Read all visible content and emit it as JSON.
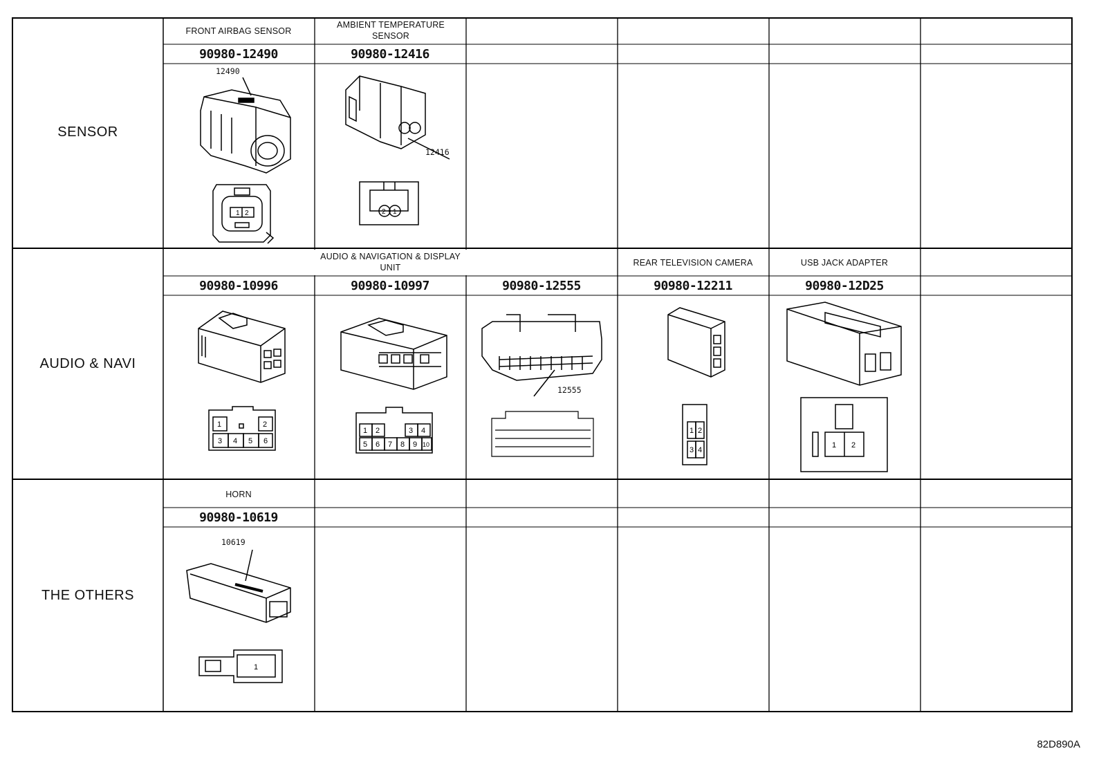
{
  "rows": [
    {
      "label": "SENSOR",
      "cells": [
        {
          "title": "FRONT AIRBAG SENSOR",
          "part_number": "90980-12490",
          "callout": "12490"
        },
        {
          "title": "AMBIENT TEMPERATURE SENSOR",
          "part_number": "90980-12416",
          "callout": "12416"
        },
        {
          "title": "",
          "part_number": "",
          "callout": ""
        },
        {
          "title": "",
          "part_number": "",
          "callout": ""
        },
        {
          "title": "",
          "part_number": "",
          "callout": ""
        },
        {
          "title": "",
          "part_number": "",
          "callout": ""
        }
      ]
    },
    {
      "label": "AUDIO & NAVI",
      "group_title": "AUDIO & NAVIGATION & DISPLAY UNIT",
      "cells": [
        {
          "title": "",
          "part_number": "90980-10996",
          "callout": "",
          "pins": [
            "1",
            "2",
            "3",
            "4",
            "5",
            "6"
          ]
        },
        {
          "title": "",
          "part_number": "90980-10997",
          "callout": "",
          "pins": [
            "1",
            "2",
            "3",
            "4",
            "5",
            "6",
            "7",
            "8",
            "9",
            "10"
          ]
        },
        {
          "title": "",
          "part_number": "90980-12555",
          "callout": "12555"
        },
        {
          "title": "REAR TELEVISION CAMERA",
          "part_number": "90980-12211",
          "callout": "",
          "pins": [
            "1",
            "2",
            "3",
            "4"
          ]
        },
        {
          "title": "USB JACK ADAPTER",
          "part_number": "90980-12D25",
          "callout": "",
          "pins": [
            "1",
            "2"
          ]
        },
        {
          "title": "",
          "part_number": "",
          "callout": ""
        }
      ]
    },
    {
      "label": "THE OTHERS",
      "cells": [
        {
          "title": "HORN",
          "part_number": "90980-10619",
          "callout": "10619",
          "pins": [
            "1"
          ]
        },
        {
          "title": "",
          "part_number": "",
          "callout": ""
        },
        {
          "title": "",
          "part_number": "",
          "callout": ""
        },
        {
          "title": "",
          "part_number": "",
          "callout": ""
        },
        {
          "title": "",
          "part_number": "",
          "callout": ""
        },
        {
          "title": "",
          "part_number": "",
          "callout": ""
        }
      ]
    }
  ],
  "sensor_pins": [
    "1",
    "2"
  ],
  "ambient_pins": [
    "2",
    "1"
  ],
  "figure_code": "82D890A"
}
